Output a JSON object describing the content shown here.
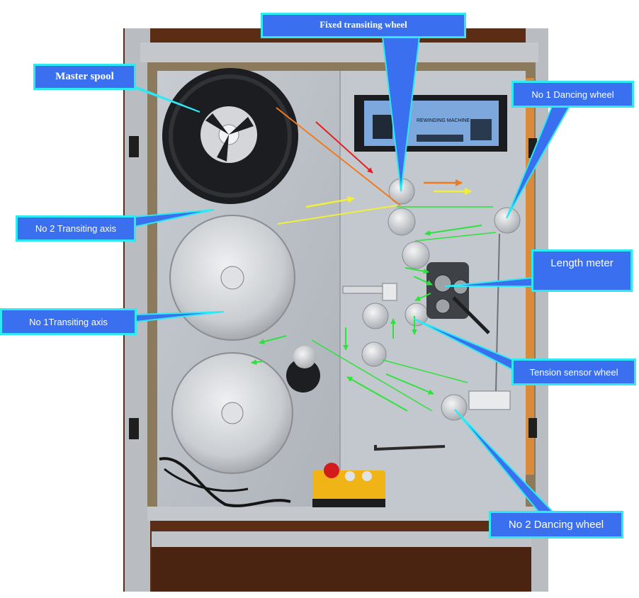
{
  "labels": {
    "fixed_transiting_wheel": "Fixed transiting wheel",
    "master_spool": "Master spool",
    "no1_dancing_wheel": "No 1 Dancing wheel",
    "no2_transiting_axis": "No 2 Transiting axis",
    "length_meter": "Length meter",
    "no1_transiting_axis": "No 1Transiting axis",
    "tension_sensor_wheel": "Tension sensor wheel",
    "no2_dancing_wheel": "No 2 Dancing wheel"
  },
  "control_panel": {
    "display_text": "REWINDING MACHINE"
  },
  "colors": {
    "callout_fill": "#3a6ff0",
    "callout_border": "#2ee8f2",
    "arrow_green": "#2de23a",
    "arrow_yellow": "#f2ef3a",
    "arrow_orange": "#f07a1e",
    "arrow_red": "#e81e1e"
  }
}
